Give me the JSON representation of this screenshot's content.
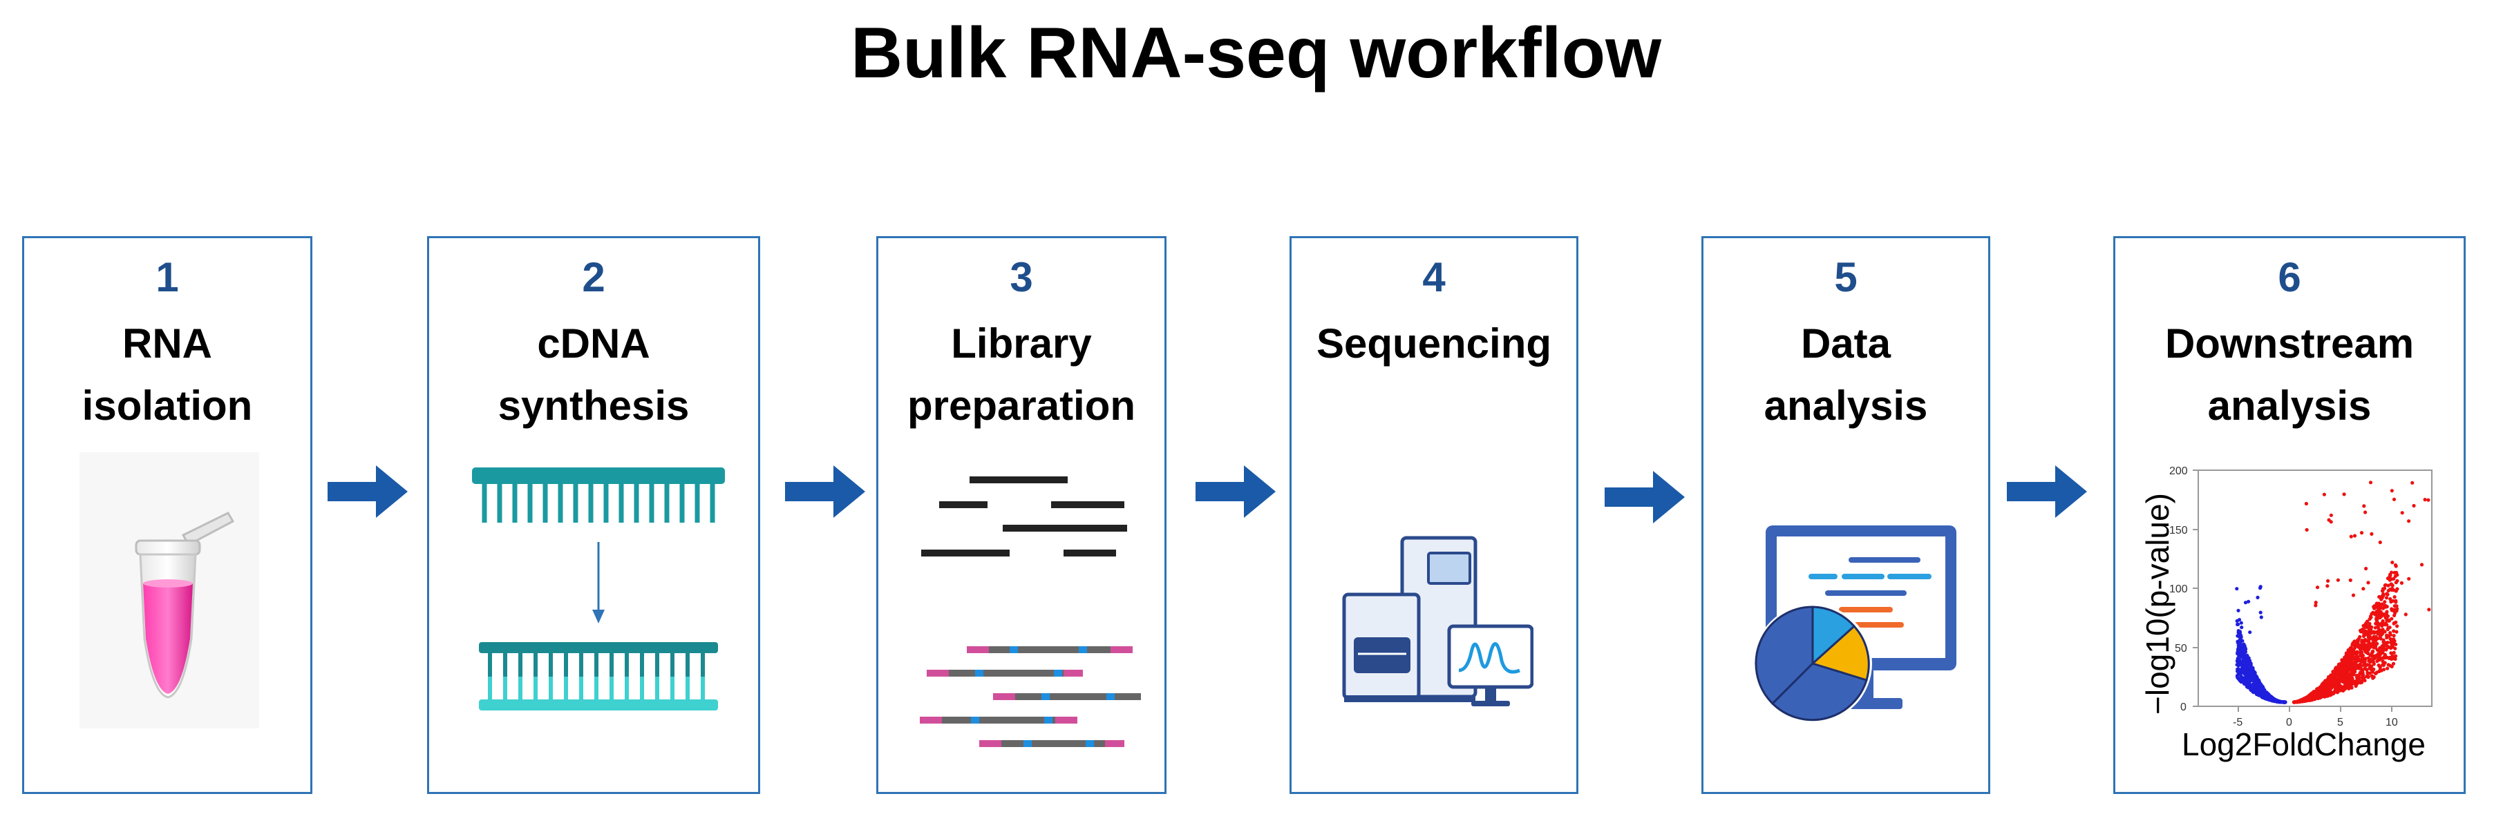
{
  "title": "Bulk RNA-seq workflow",
  "steps": [
    {
      "number": "1",
      "label_line1": "RNA",
      "label_line2": "isolation",
      "icon": "microtube-icon"
    },
    {
      "number": "2",
      "label_line1": "cDNA",
      "label_line2": "synthesis",
      "icon": "cdna-strand-icon"
    },
    {
      "number": "3",
      "label_line1": "Library",
      "label_line2": "preparation",
      "icon": "library-fragments-icon"
    },
    {
      "number": "4",
      "label_line1": "Sequencing",
      "label_line2": "",
      "icon": "sequencer-icon"
    },
    {
      "number": "5",
      "label_line1": "Data",
      "label_line2": "analysis",
      "icon": "monitor-chart-icon"
    },
    {
      "number": "6",
      "label_line1": "Downstream",
      "label_line2": "analysis",
      "icon": "volcano-plot-icon"
    }
  ],
  "volcano": {
    "xlabel": "Log2FoldChange",
    "ylabel": "−log10(p-value)",
    "x_ticks": [
      "-5",
      "0",
      "5",
      "10"
    ],
    "y_ticks": [
      "0",
      "50",
      "100",
      "150",
      "200"
    ]
  },
  "colors": {
    "box_border": "#2f74b5",
    "step_number": "#1f4e8c",
    "arrow": "#1a5aa8",
    "downregulated": "#1f1fdd",
    "upregulated": "#ee1111",
    "teal": "#1a9aa0",
    "pink": "#e91e8c"
  }
}
